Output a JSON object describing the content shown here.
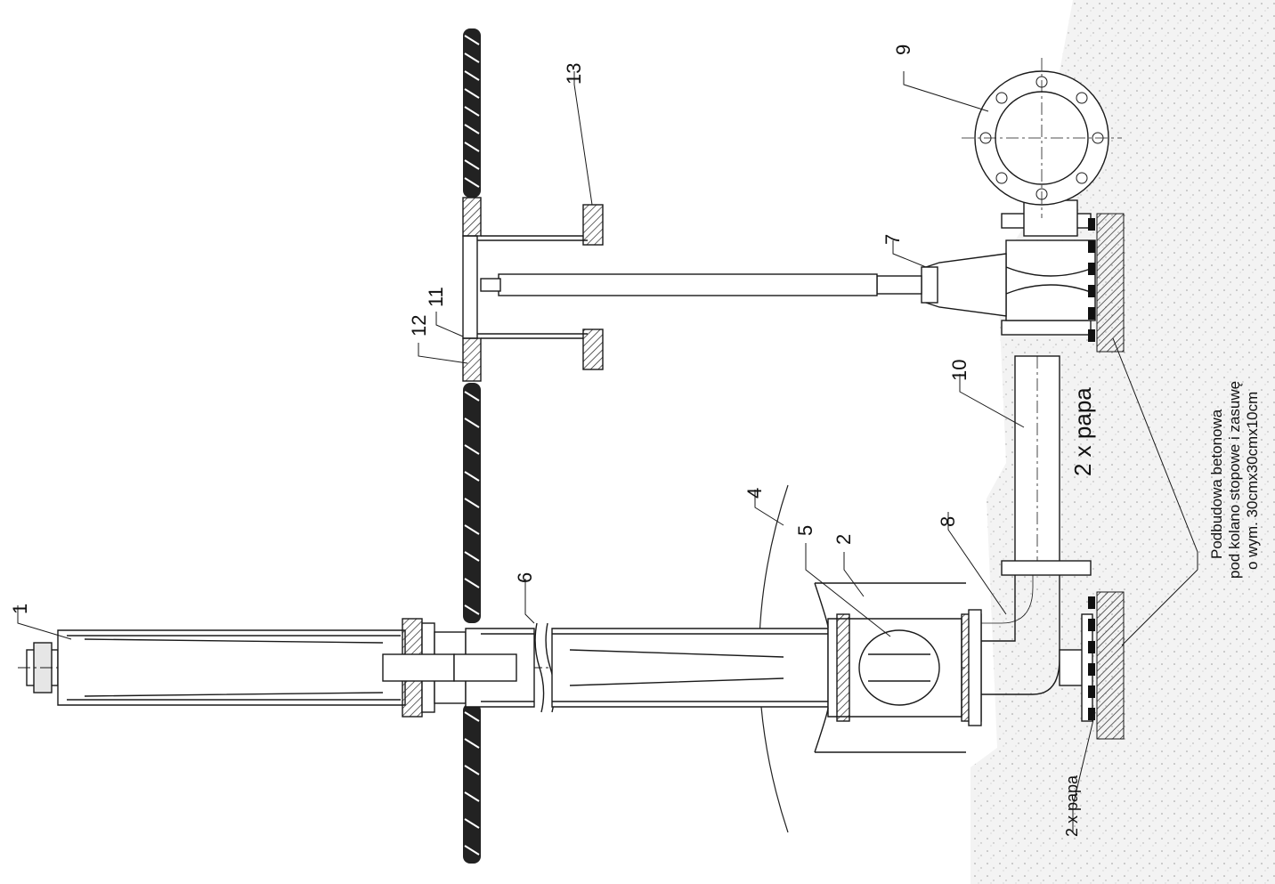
{
  "callouts": {
    "c1": "1",
    "c2": "2",
    "c4": "4",
    "c5": "5",
    "c6": "6",
    "c7": "7",
    "c8": "8",
    "c9": "9",
    "c10": "10",
    "c11": "11",
    "c12": "12",
    "c13": "13"
  },
  "notes": {
    "pipe_wrap": "2 x papa",
    "base_wrap": "2 x papa",
    "foundation_line1": "Podbudowa betonowa",
    "foundation_line2": "pod kolano stopowe i zasuwę",
    "foundation_line3": "o wym. 30cmx30cmx10cm"
  },
  "colors": {
    "line": "#1a1a1a",
    "soil": "#d9d9d9",
    "concrete": "#555555"
  }
}
